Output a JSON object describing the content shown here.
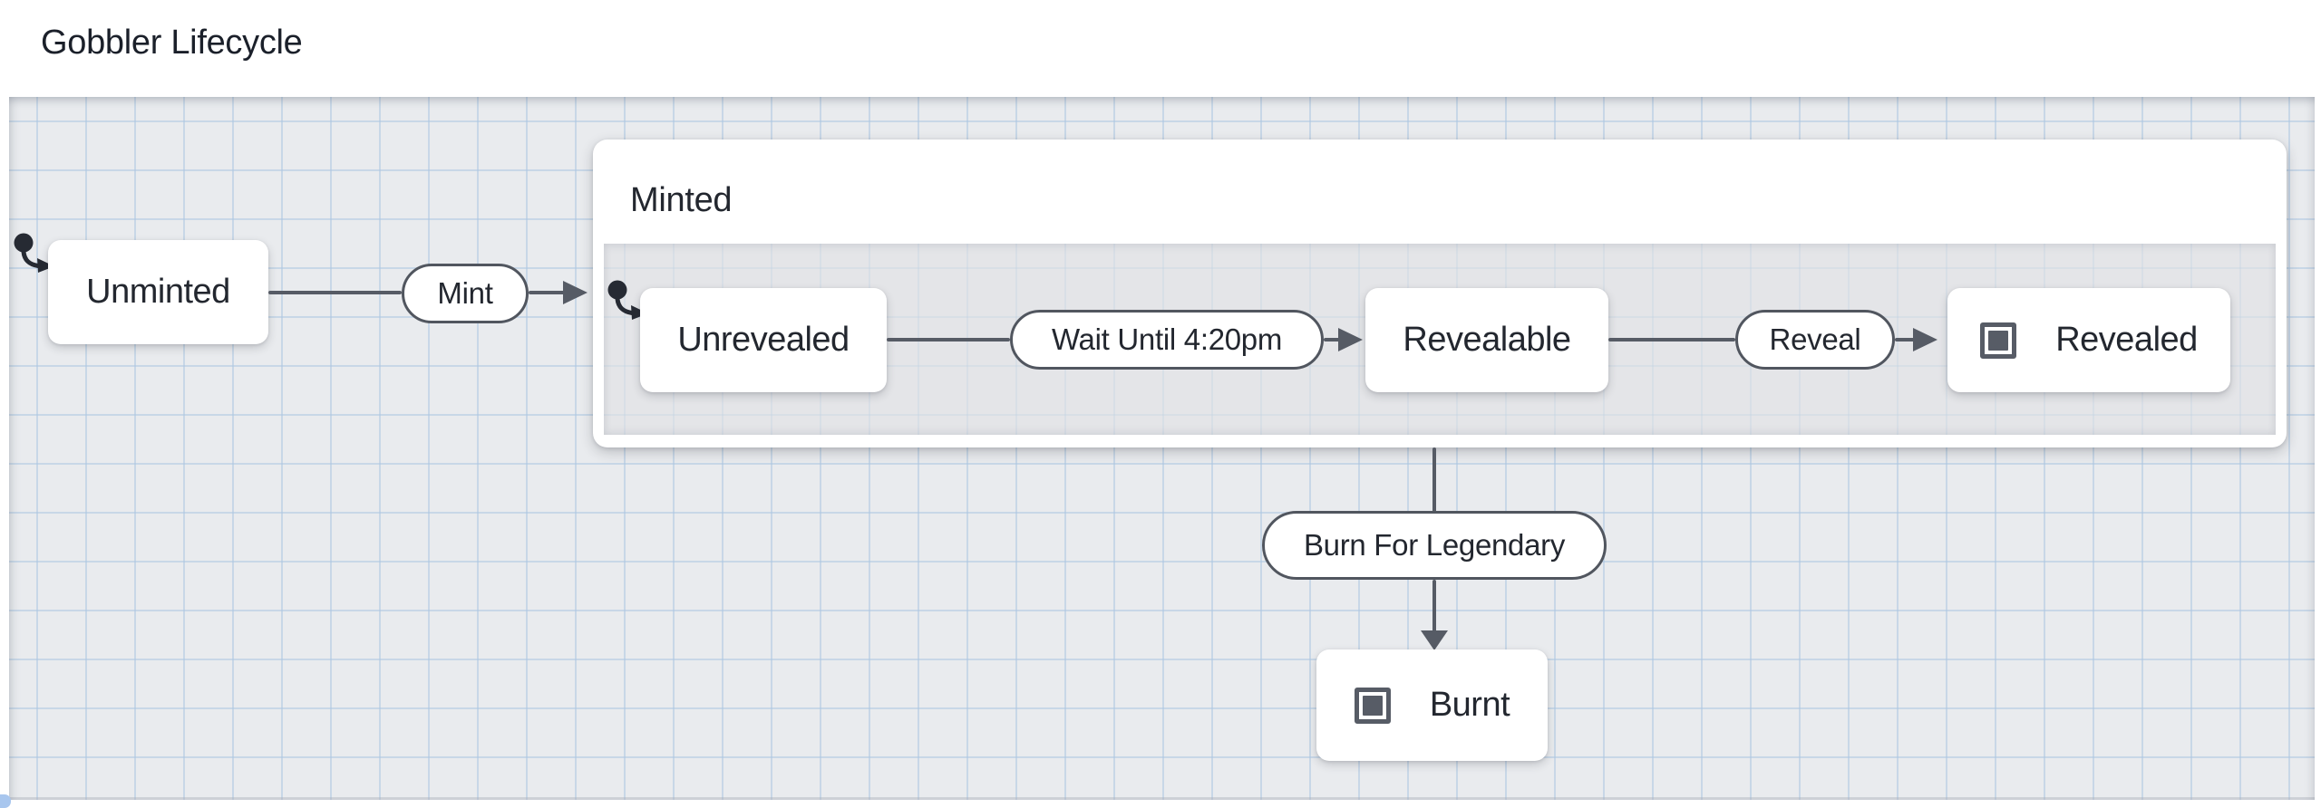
{
  "title": "Gobbler Lifecycle",
  "states": {
    "unminted": {
      "label": "Unminted"
    },
    "minted": {
      "label": "Minted"
    },
    "unrevealed": {
      "label": "Unrevealed"
    },
    "revealable": {
      "label": "Revealable"
    },
    "revealed": {
      "label": "Revealed",
      "final": true
    },
    "burnt": {
      "label": "Burnt",
      "final": true
    }
  },
  "events": {
    "mint": {
      "label": "Mint"
    },
    "wait_until_420pm": {
      "label": "Wait Until 4:20pm"
    },
    "reveal": {
      "label": "Reveal"
    },
    "burn_for_legendary": {
      "label": "Burn For Legendary"
    }
  },
  "icons": {
    "initial_state": "initial-state-icon",
    "final_state": "final-state-icon"
  },
  "colors": {
    "canvas_background": "#e9ebee",
    "grid_line": "#adc7e2",
    "nested_region_background": "#e4e5e8",
    "node_background": "#ffffff",
    "edge": "#565b65",
    "pill_border": "#51565f",
    "text": "#23272f",
    "partial_element_blue": "#a8c6ee"
  }
}
